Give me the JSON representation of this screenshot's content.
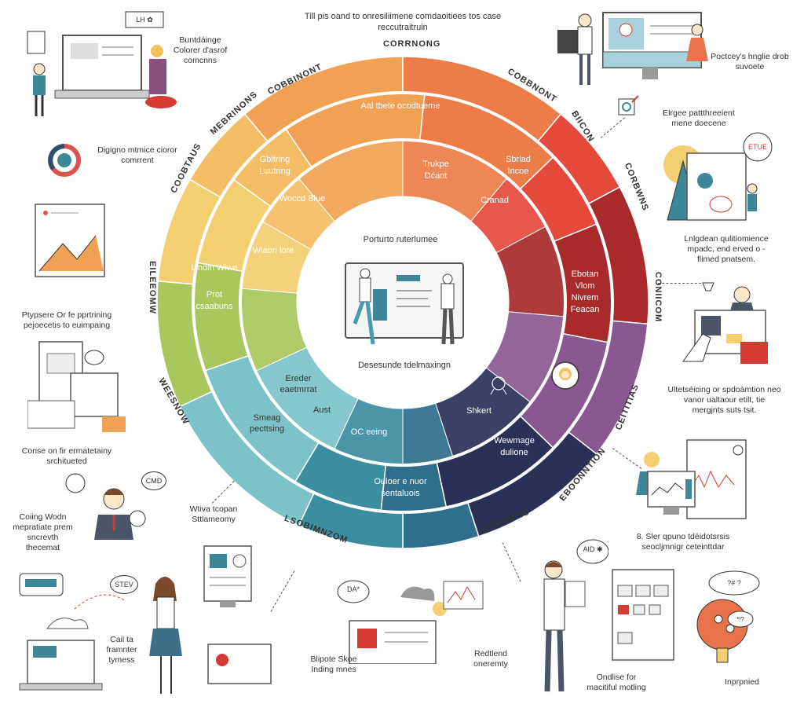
{
  "title": "Till pis oand to onresiliimene comdaoitiees tos case reccutraitruin",
  "center": {
    "top_label": "Porturto ruterlumee",
    "bottom_label": "Desesunde tdelmaxingn"
  },
  "wheel_colors": [
    "#f0a153",
    "#ec7d48",
    "#e5493c",
    "#a82a2b",
    "#8a5890",
    "#2b3057",
    "#2f6f8c",
    "#3b8da0",
    "#7cc3c9",
    "#a9c75c",
    "#f4cf72",
    "#f4bd66"
  ],
  "ring_labels": [
    "CORRNONG",
    "COBBNONT",
    "BIICON",
    "CORBWNS",
    "CONIICOM",
    "CEITITIAS",
    "EBOONNTION",
    "ENINOWNS",
    "LSOBIMNZOM",
    "WEESNOW",
    "EILEEOMW",
    "COOBTAUS",
    "MEBRINONS",
    "COBBINONT"
  ],
  "segment_labels": {
    "top_outer": "Aal tbete ocodtueme",
    "top_inner": "Trukpe Dćant",
    "red_mid": "Sbrlad Incoe",
    "red_inner": "Cranad",
    "darkred": "Ebotan Vlom",
    "purple": "Nivrem Feacan",
    "orange_mid": "Gbitring Luutring",
    "orange_inner": "Woccd Blue",
    "yellow_inner": "Wiaon lore",
    "yellow_mid": "Lindin Wiwe",
    "green": "Prot csaabuns",
    "teal_inner": "Ereder eaetmrrat",
    "teal_aust": "Aust",
    "teal_mid": "Smeag pecttsing",
    "blue_inner": "OC eeing",
    "blue_outer": "Ouloer e nuor sentaluois",
    "navy_inner": "Shkert",
    "navy_mid": "Wewmage dulione"
  },
  "captions": [
    "Buntdáinge Colorer d'asrof comcnns",
    "Digigno mtmice cioror comrrent",
    "Ptypsere Or fe pprtrining pejoecetis to euimpaing",
    "Conse on fir ermatetainy srchitueted",
    "Coiing Wodn mepratiate prem sncrevth thecemat",
    "Wtiva tcopan Sttlameomy",
    "Cail ta framnter tymess",
    "Blipote Skoe Inding mnes",
    "Redtlend oneremty",
    "Ondlise for macitiful motling",
    "Inprpnied",
    "8. Sler qpuno tdéidotsrsis seocljmnigr ceteinttdar",
    "Ultetséicing or spdoàmtion neo vanor ualtaour etilt, tie mergjnts suts tsit.",
    "Lnlgdean qulitiomience mpadc, end erved o - flimed pnatsem.",
    "Elrgee pattthreeient mene doecene",
    "Poctcey's hnglie drob suvoete"
  ],
  "bubbles": [
    "CMD",
    "AID ✱",
    "STEV",
    "DA*",
    "ETUE",
    "?# ?",
    "*!?",
    "LH ✿"
  ]
}
